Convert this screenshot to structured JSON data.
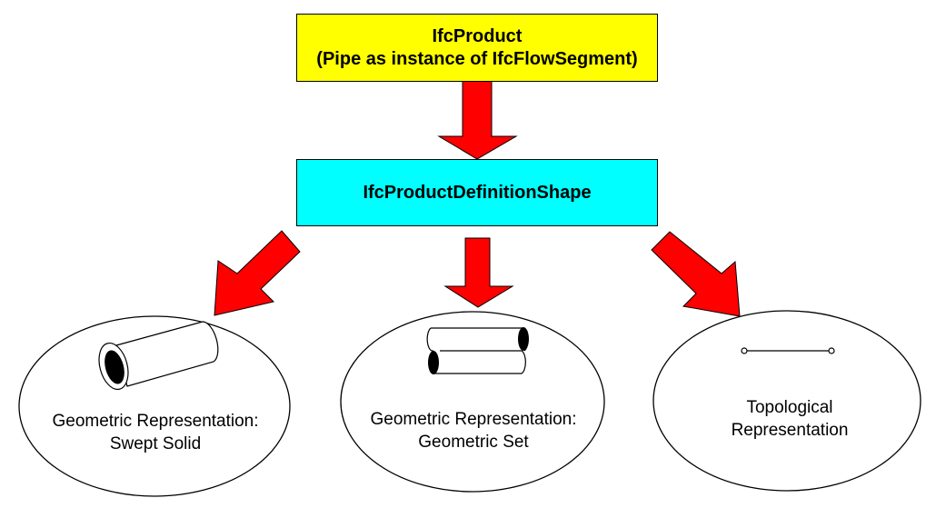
{
  "colors": {
    "product_fill": "#ffff00",
    "shape_fill": "#00ffff",
    "arrow_fill": "#ff0000",
    "outline": "#000000"
  },
  "product": {
    "line1": "IfcProduct",
    "line2": "(Pipe as instance of IfcFlowSegment)"
  },
  "definition_shape": {
    "label": "IfcProductDefinitionShape"
  },
  "representations": [
    {
      "line1": "Geometric Representation:",
      "line2": "Swept Solid",
      "icon": "pipe-solid-icon"
    },
    {
      "line1": "Geometric Representation:",
      "line2": "Geometric Set",
      "icon": "pipe-surface-icon"
    },
    {
      "line1": "Topological",
      "line2": "Representation",
      "icon": "edge-vertices-icon"
    }
  ]
}
